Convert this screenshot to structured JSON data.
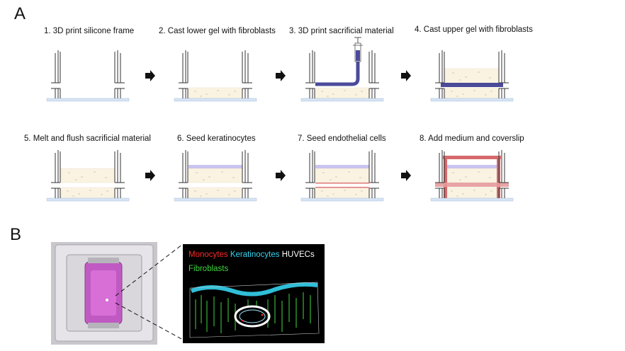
{
  "panels": {
    "a": "A",
    "b": "B"
  },
  "steps": [
    "1. 3D print silicone frame",
    "2. Cast lower gel with fibroblasts",
    "3. 3D print sacrificial material",
    "4. Cast upper gel with fibroblasts",
    "5. Melt and flush sacrificial material",
    "6. Seed keratinocytes",
    "7. Seed endothelial cells",
    "8. Add medium and coverslip"
  ],
  "legend": {
    "monocytes": "Monocytes",
    "keratinocytes": "Keratinocytes",
    "huvecs": "HUVECs",
    "fibroblasts": "Fibroblasts"
  },
  "colors": {
    "gel": "#fbf3e2",
    "channel": "#4b4a9a",
    "keratinocyte_layer": "#c9c4ef",
    "endothelial": "#e0787a",
    "coverslip": "#d66a6c",
    "glass_slide": "#d6e4f5",
    "frame_line": "#333333",
    "monocytes": "#ff2a2a",
    "keratinocytes": "#35d3f0",
    "huvecs": "#ffffff",
    "fibroblasts": "#3fd63f"
  }
}
